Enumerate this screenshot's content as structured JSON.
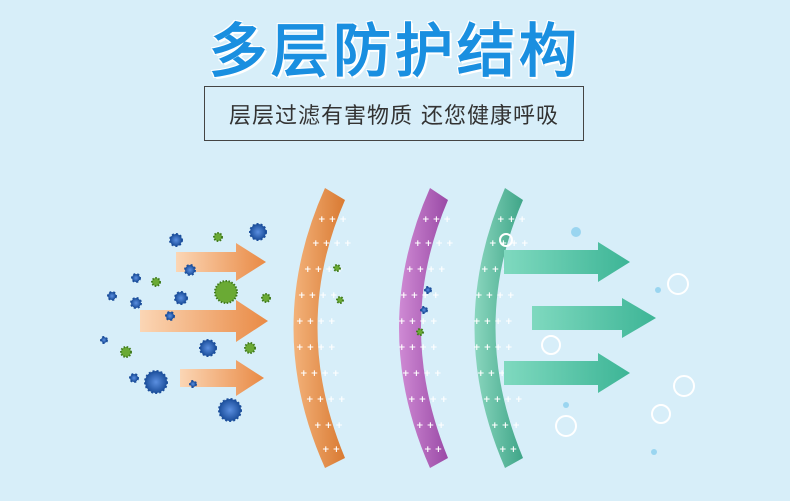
{
  "title": "多层防护结构",
  "subtitle": "层层过滤有害物质 还您健康呼吸",
  "colors": {
    "background": "#d7eef9",
    "title": "#1a8fe0",
    "layer_orange": "#e8934a",
    "layer_purple": "#b066b8",
    "layer_green": "#5dbca0",
    "arrow_in": "#e89a5c",
    "arrow_out": "#5cc0a8",
    "germ_blue": "#2660b8",
    "germ_green": "#5aa02c"
  },
  "layers": [
    {
      "name": "orange-filter-layer",
      "color": "#e8934a"
    },
    {
      "name": "purple-filter-layer",
      "color": "#b066b8"
    },
    {
      "name": "green-filter-layer",
      "color": "#5dbca0"
    }
  ],
  "icons": [
    "virus-icon",
    "bacteria-icon",
    "arrow-right-icon",
    "bubble-icon"
  ]
}
